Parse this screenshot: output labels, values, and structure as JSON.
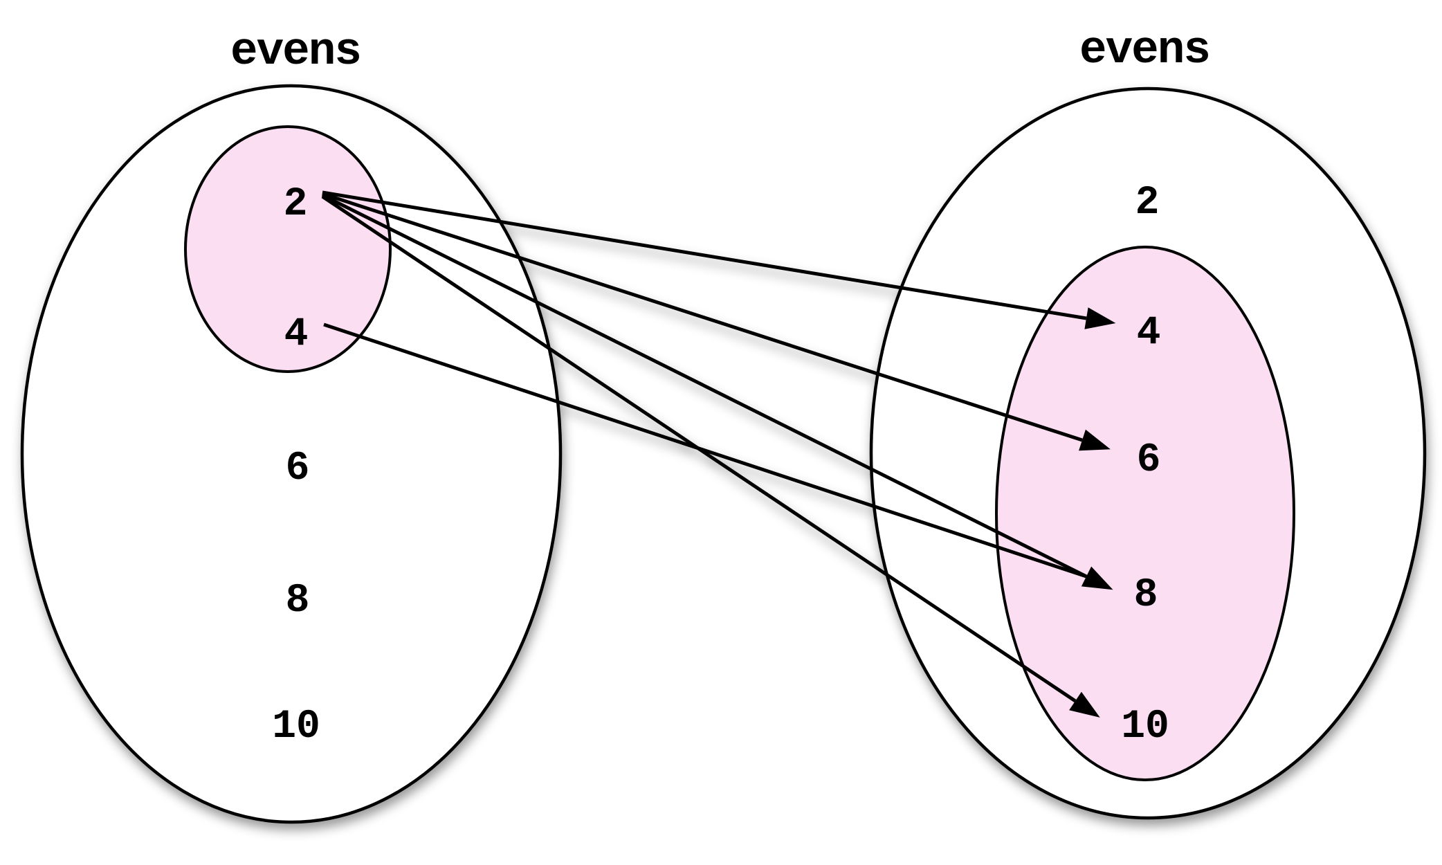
{
  "diagram": {
    "left_set": {
      "label": "evens",
      "members": {
        "m2": "2",
        "m4": "4",
        "m6": "6",
        "m8": "8",
        "m10": "10"
      },
      "highlighted_subset_members": [
        "2",
        "4"
      ]
    },
    "right_set": {
      "label": "evens",
      "members": {
        "m2": "2",
        "m4": "4",
        "m6": "6",
        "m8": "8",
        "m10": "10"
      },
      "highlighted_subset_members": [
        "4",
        "6",
        "8",
        "10"
      ]
    },
    "arrows": [
      {
        "from": "2",
        "to": "4"
      },
      {
        "from": "2",
        "to": "6"
      },
      {
        "from": "2",
        "to": "8"
      },
      {
        "from": "2",
        "to": "10"
      },
      {
        "from": "4",
        "to": "8"
      }
    ],
    "colors": {
      "highlight_fill": "#FBDEF1",
      "outline": "#000000",
      "background": "#FFFFFF"
    }
  }
}
